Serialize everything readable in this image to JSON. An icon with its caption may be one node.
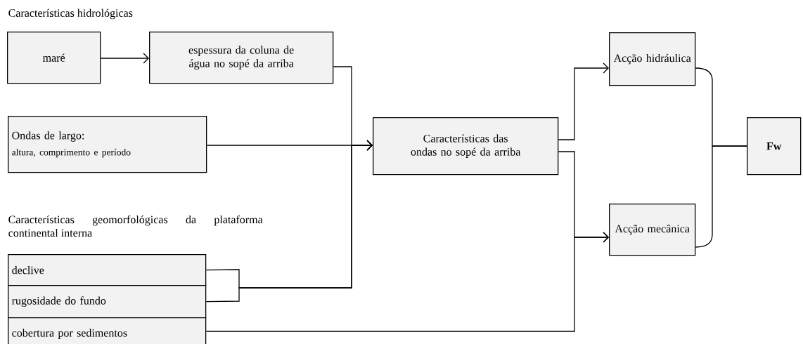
{
  "diagram": {
    "nodes": [
      {
        "text": [
          "maré"
        ]
      },
      {
        "text": [
          "espessura da coluna de água no sopé da arriba"
        ]
      },
      {
        "text": [
          "Ondas de largo:",
          "altura, comprimento e período"
        ]
      },
      {
        "text": [
          "declive"
        ]
      },
      {
        "text": [
          "rugosidade do fundo"
        ]
      },
      {
        "text": [
          "cobertura por sedimentos"
        ]
      },
      {
        "text": [
          "Características das ondas no sopé da arriba"
        ]
      },
      {
        "text": [
          "Acção hidráulica"
        ]
      },
      {
        "text": [
          "Acção mecânica"
        ]
      },
      {
        "text": [
          "Fw"
        ]
      }
    ],
    "edges": [
      {
        "from": 0,
        "to": 1,
        "arrow": "to"
      },
      {
        "from": 1,
        "to": 6,
        "arrow": "to"
      },
      {
        "from": 2,
        "to": 6,
        "arrow": "to"
      },
      {
        "from": 3,
        "to": 6,
        "arrow": "to"
      },
      {
        "from": 4,
        "to": 6,
        "arrow": "to"
      },
      {
        "from": 6,
        "to": 7,
        "arrow": "to"
      },
      {
        "from": 6,
        "to": 8,
        "arrow": "to"
      },
      {
        "from": 5,
        "to": 8,
        "arrow": "to"
      },
      {
        "from": 7,
        "to": 9,
        "arrow": "none"
      },
      {
        "from": 8,
        "to": 9,
        "arrow": "none"
      }
    ],
    "labels": [
      "Características hidrológicas",
      "Características geomorfológicas da plataforma continental interna"
    ]
  }
}
